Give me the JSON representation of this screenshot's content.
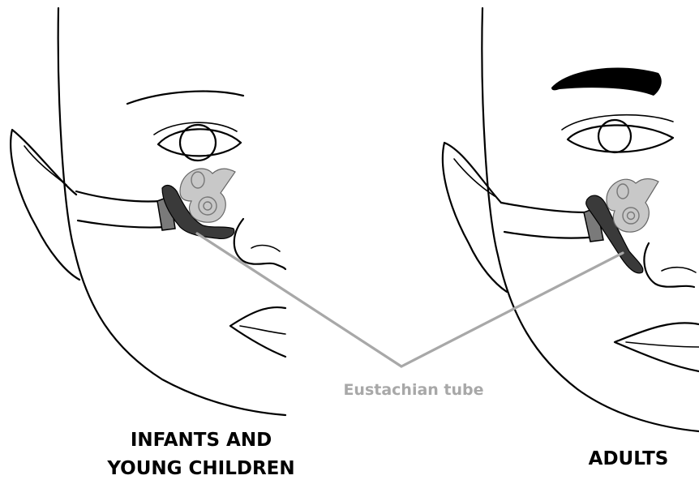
{
  "annotation": {
    "label": "Eustachian tube"
  },
  "panels": {
    "left": {
      "caption_line1": "INFANTS AND",
      "caption_line2": "YOUNG CHILDREN"
    },
    "right": {
      "caption": "ADULTS"
    }
  },
  "colors": {
    "outline": "#000000",
    "tube_dark": "#3a3a3a",
    "cochlea_light": "#c8c8c8",
    "callout_gray": "#a8a8a8"
  }
}
